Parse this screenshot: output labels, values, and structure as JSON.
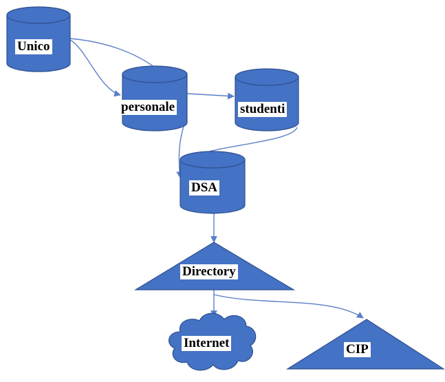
{
  "colors": {
    "shape_fill": "#4472c4",
    "shape_stroke": "#2f4f8f",
    "connector": "#5b7fc7",
    "label_background": "#ffffff",
    "label_text": "#000000"
  },
  "nodes": {
    "unico": {
      "label": "Unico",
      "shape": "database-cylinder"
    },
    "personale": {
      "label": "personale",
      "shape": "database-cylinder"
    },
    "studenti": {
      "label": "studenti",
      "shape": "database-cylinder"
    },
    "dsa": {
      "label": "DSA",
      "shape": "database-cylinder"
    },
    "directory": {
      "label": "Directory",
      "shape": "triangle"
    },
    "internet": {
      "label": "Internet",
      "shape": "cloud"
    },
    "cip": {
      "label": "CIP",
      "shape": "triangle"
    }
  },
  "edges": [
    {
      "from": "Unico",
      "to": "personale"
    },
    {
      "from": "Unico",
      "to": "personale"
    },
    {
      "from": "personale",
      "to": "studenti"
    },
    {
      "from": "personale",
      "to": "DSA"
    },
    {
      "from": "studenti",
      "to": "DSA"
    },
    {
      "from": "DSA",
      "to": "Directory"
    },
    {
      "from": "Directory",
      "to": "Internet"
    },
    {
      "from": "Directory",
      "to": "CIP"
    }
  ]
}
